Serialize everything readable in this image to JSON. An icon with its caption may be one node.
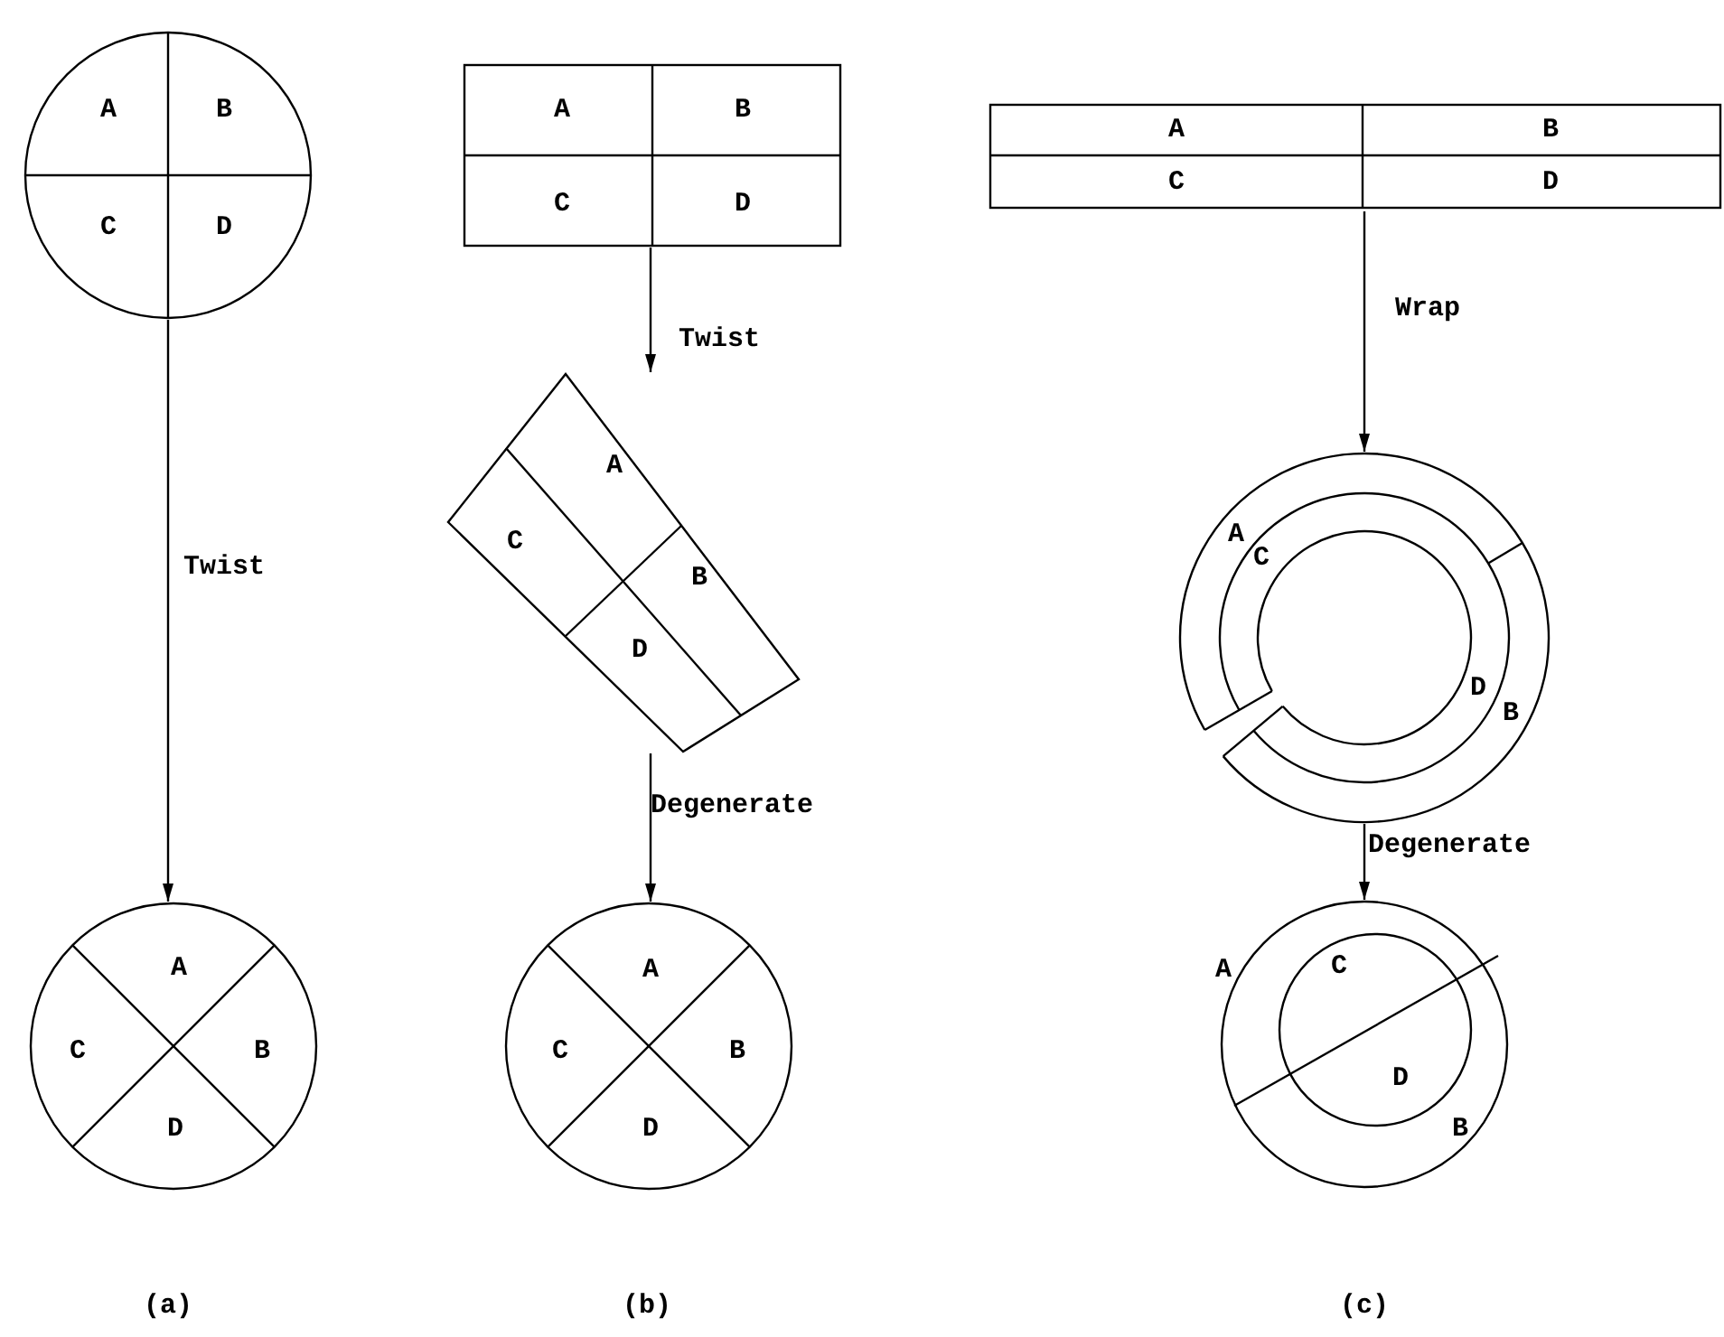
{
  "diagram": {
    "nodes": [
      {
        "text": [
          "A",
          "B",
          "C",
          "D"
        ]
      },
      {
        "text": [
          "A",
          "B",
          "C",
          "D"
        ]
      },
      {
        "text": [
          "A",
          "B",
          "C",
          "D"
        ]
      },
      {
        "text": [
          "A",
          "B",
          "C",
          "D"
        ]
      },
      {
        "text": [
          "A",
          "B",
          "C",
          "D"
        ]
      },
      {
        "text": [
          "A",
          "B",
          "C",
          "D"
        ]
      },
      {
        "text": [
          "A",
          "B",
          "C",
          "D"
        ]
      },
      {
        "text": [
          "A",
          "B",
          "C",
          "D"
        ]
      }
    ],
    "edges": [
      {
        "from": 0,
        "to": 5,
        "arrow": "to",
        "label": "Twist"
      },
      {
        "from": 1,
        "to": 3,
        "arrow": "to",
        "label": "Twist"
      },
      {
        "from": 2,
        "to": 4,
        "arrow": "to",
        "label": "Wrap"
      },
      {
        "from": 3,
        "to": 6,
        "arrow": "to",
        "label": "Degenerate"
      },
      {
        "from": 4,
        "to": 7,
        "arrow": "to",
        "label": "Degenerate"
      }
    ],
    "labels": [
      "(a)",
      "(b)",
      "(c)"
    ]
  }
}
